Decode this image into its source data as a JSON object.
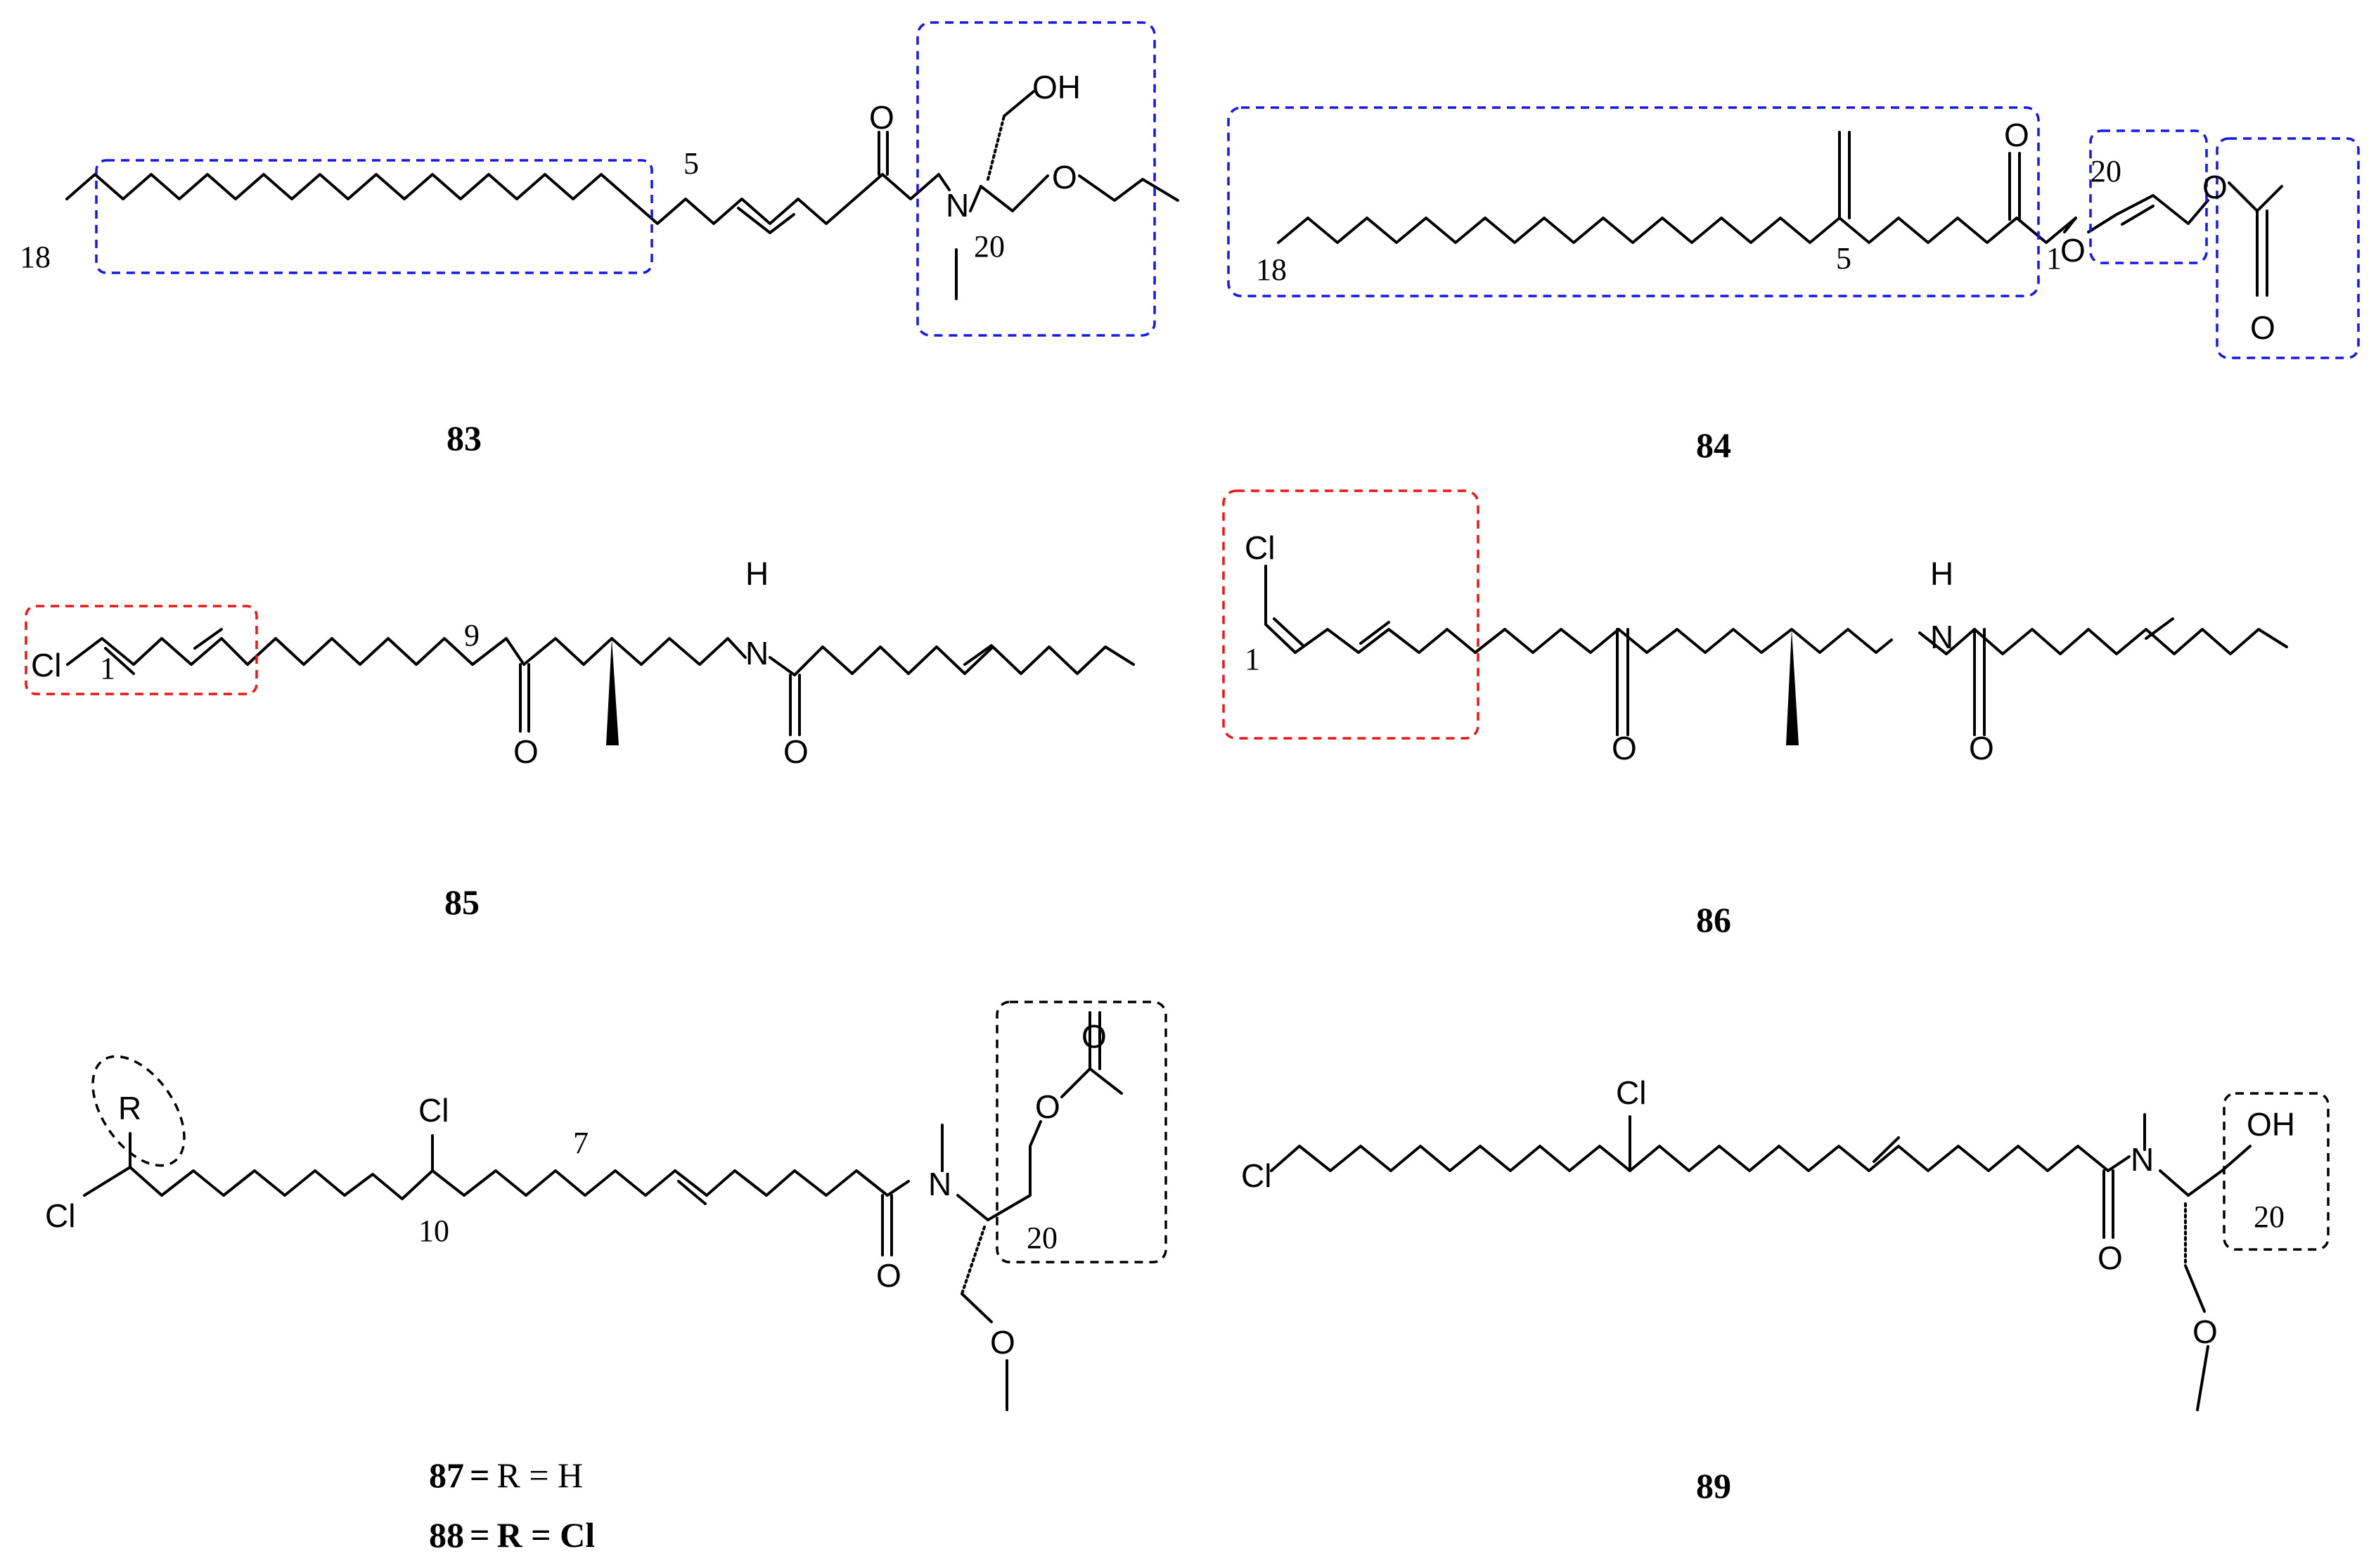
{
  "compounds": {
    "c83": {
      "label": "83",
      "atoms": {
        "o": "O",
        "oh": "OH",
        "n": "N",
        "o2": "O"
      },
      "nums": {
        "n18": "18",
        "n5": "5",
        "n20": "20"
      }
    },
    "c84": {
      "label": "84",
      "atoms": {
        "o": "O",
        "o2": "O",
        "o3": "O",
        "o4": "O"
      },
      "nums": {
        "n18": "18",
        "n5": "5",
        "n1": "1",
        "n20": "20"
      }
    },
    "c85": {
      "label": "85",
      "atoms": {
        "cl": "Cl",
        "h": "H",
        "n": "N",
        "o": "O",
        "o2": "O"
      },
      "nums": {
        "n1": "1",
        "n9": "9"
      }
    },
    "c86": {
      "label": "86",
      "atoms": {
        "cl": "Cl",
        "h": "H",
        "n": "N",
        "o": "O",
        "o2": "O"
      },
      "nums": {
        "n1": "1"
      }
    },
    "c87": {
      "label": "87",
      "eq": "=",
      "rest": "R = H",
      "atoms": {
        "r": "R",
        "cl": "Cl",
        "cl2": "Cl",
        "n": "N",
        "o": "O",
        "o2": "O",
        "o3": "O",
        "o4": "O"
      },
      "nums": {
        "n10": "10",
        "n7": "7",
        "n20": "20"
      }
    },
    "c88": {
      "label": "88",
      "eq": "=",
      "rest": "R = Cl"
    },
    "c89": {
      "label": "89",
      "atoms": {
        "cl": "Cl",
        "cl2": "Cl",
        "n": "N",
        "oh": "OH",
        "o": "O",
        "o2": "O"
      },
      "nums": {
        "n20": "20"
      }
    }
  },
  "colors": {
    "blue_box": "#1515ee",
    "red_box": "#ee1515",
    "black_box": "#000000"
  }
}
